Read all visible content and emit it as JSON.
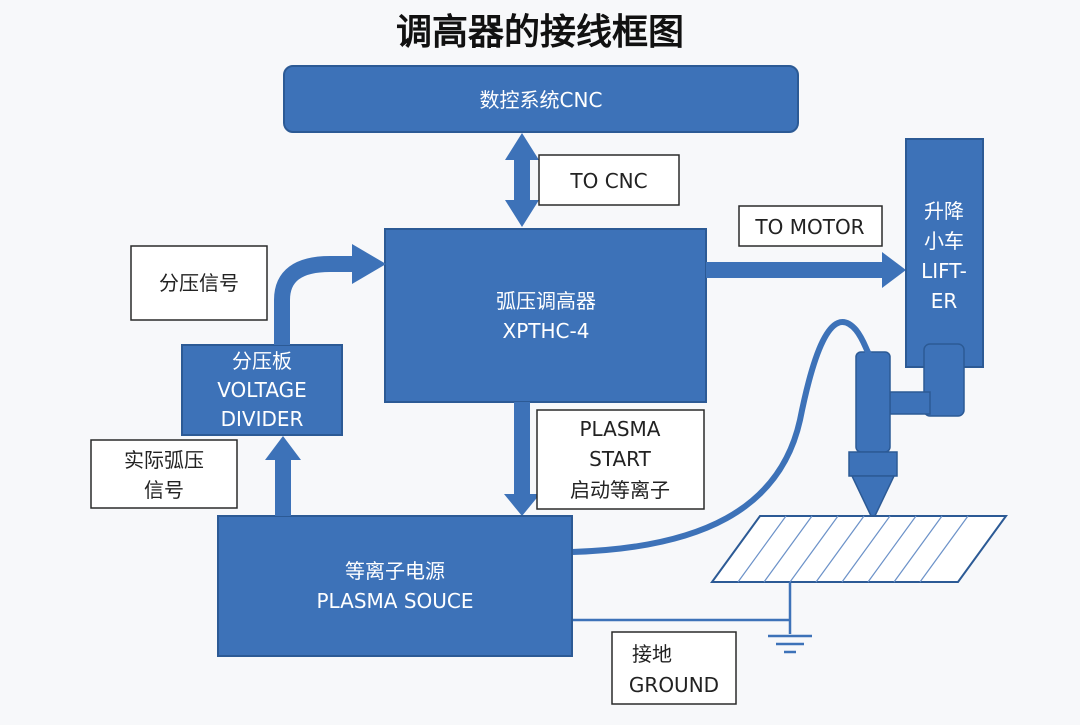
{
  "title": "调高器的接线框图",
  "colors": {
    "box_fill": "#3d72b8",
    "box_stroke": "#2c5a95",
    "arrow": "#3d72b8",
    "label_border": "#2a2a2a",
    "cable": "#3d72b8",
    "text_on_box": "#ffffff"
  },
  "nodes": {
    "cnc": {
      "label": "数控系统CNC"
    },
    "thc": {
      "line1": "弧压调高器",
      "line2": "XPTHC-4"
    },
    "divider": {
      "line1": "分压板",
      "line2": "VOLTAGE",
      "line3": "DIVIDER"
    },
    "plasma": {
      "line1": "等离子电源",
      "line2": "PLASMA SOUCE"
    },
    "lifter": {
      "line1": "升降",
      "line2": "小车",
      "line3": "LIFT-",
      "line4": "ER"
    }
  },
  "labels": {
    "to_cnc": "TO CNC",
    "to_motor": "TO MOTOR",
    "divided_signal": "分压信号",
    "actual_arc_line1": "实际弧压",
    "actual_arc_line2": "信号",
    "plasma_start_line1": "PLASMA",
    "plasma_start_line2": "START",
    "plasma_start_line3": "启动等离子",
    "ground_line1": "接地",
    "ground_line2": "GROUND"
  },
  "icons": [
    "torch-icon",
    "workpiece-plate-icon",
    "ground-symbol-icon"
  ]
}
